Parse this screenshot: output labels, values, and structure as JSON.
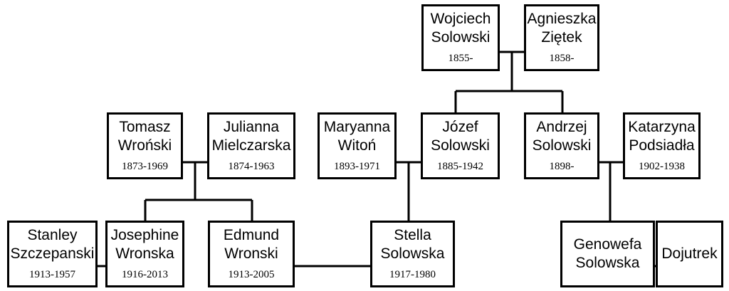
{
  "people": {
    "wojciech": {
      "first": "Wojciech",
      "last": "Solowski",
      "years": "1855-"
    },
    "agnieszka": {
      "first": "Agnieszka",
      "last": "Ziętek",
      "years": "1858-"
    },
    "tomasz": {
      "first": "Tomasz",
      "last": "Wroński",
      "years": "1873-1969"
    },
    "julianna": {
      "first": "Julianna",
      "last": "Mielczarska",
      "years": "1874-1963"
    },
    "maryanna": {
      "first": "Maryanna",
      "last": "Witoń",
      "years": "1893-1971"
    },
    "jozef": {
      "first": "Józef",
      "last": "Solowski",
      "years": "1885-1942"
    },
    "andrzej": {
      "first": "Andrzej",
      "last": "Solowski",
      "years": "1898-"
    },
    "katarzyna": {
      "first": "Katarzyna",
      "last": "Podsiadła",
      "years": "1902-1938"
    },
    "stanley": {
      "first": "Stanley",
      "last": "Szczepanski",
      "years": "1913-1957"
    },
    "josephine": {
      "first": "Josephine",
      "last": "Wronska",
      "years": "1916-2013"
    },
    "edmund": {
      "first": "Edmund",
      "last": "Wronski",
      "years": "1913-2005"
    },
    "stella": {
      "first": "Stella",
      "last": "Solowska",
      "years": "1917-1980"
    },
    "genowefa": {
      "first": "Genowefa",
      "last": "Solowska",
      "years": ""
    },
    "dojutrek": {
      "first": "Dojutrek"
    }
  }
}
